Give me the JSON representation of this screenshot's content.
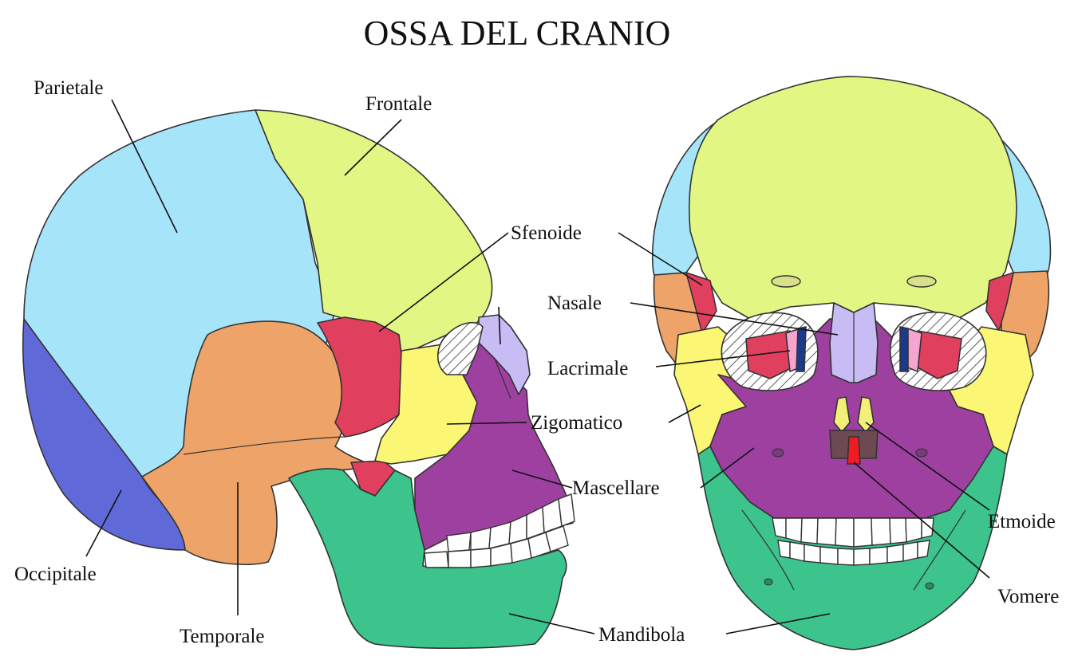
{
  "title": "OSSA DEL CRANIO",
  "labels": {
    "parietale": "Parietale",
    "frontale": "Frontale",
    "sfenoide": "Sfenoide",
    "nasale": "Nasale",
    "lacrimale": "Lacrimale",
    "zigomatico": "Zigomatico",
    "mascellare": "Mascellare",
    "etmoide": "Etmoide",
    "vomere": "Vomere",
    "mandibola": "Mandibola",
    "occipitale": "Occipitale",
    "temporale": "Temporale"
  },
  "colors": {
    "parietale": "#a6e4fa",
    "frontale": "#e2f783",
    "occipitale": "#5f6ad8",
    "temporale": "#eea368",
    "sfenoide": "#e0405e",
    "zigomatico": "#fbf774",
    "mascellare": "#9e40a0",
    "nasale": "#c8bcf5",
    "lacrimale": "#f6a5d0",
    "mandibola": "#3cc48c",
    "etmoide": "#f3f07a",
    "vomere": "#ef1c24",
    "lacrimal_dark": "#1a3a8c"
  }
}
